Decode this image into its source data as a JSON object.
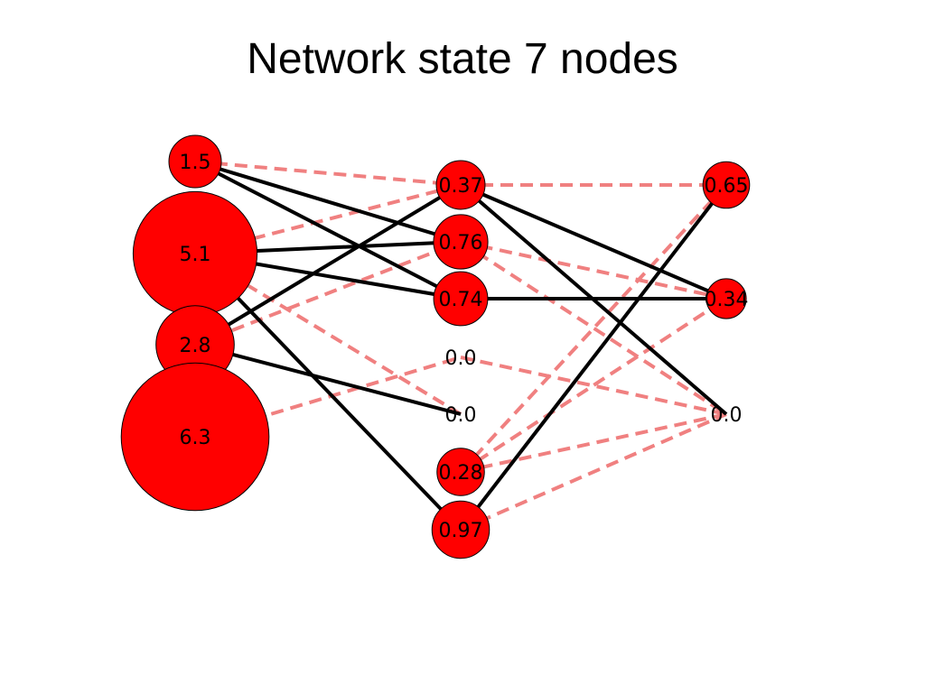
{
  "slide": {
    "title": "Network state 7 nodes"
  },
  "colors": {
    "node_fill": "#ff0000",
    "node_stroke": "#000000",
    "active_edge": "#000000",
    "inactive_edge": "#f08080",
    "label": "#000000"
  },
  "diagram": {
    "layers": [
      {
        "nodes": [
          {
            "id": "L1",
            "label": "1.5",
            "value": 1.5
          },
          {
            "id": "L2",
            "label": "5.1",
            "value": 5.1
          },
          {
            "id": "L3",
            "label": "2.8",
            "value": 2.8
          },
          {
            "id": "L4",
            "label": "6.3",
            "value": 6.3
          }
        ]
      },
      {
        "nodes": [
          {
            "id": "M1",
            "label": "0.37",
            "value": 0.37
          },
          {
            "id": "M2",
            "label": "0.76",
            "value": 0.76
          },
          {
            "id": "M3",
            "label": "0.74",
            "value": 0.74
          },
          {
            "id": "M4",
            "label": "0.0",
            "value": 0.0
          },
          {
            "id": "M5",
            "label": "0.0",
            "value": 0.0
          },
          {
            "id": "M6",
            "label": "0.28",
            "value": 0.28
          },
          {
            "id": "M7",
            "label": "0.97",
            "value": 0.97
          }
        ]
      },
      {
        "nodes": [
          {
            "id": "R1",
            "label": "0.65",
            "value": 0.65
          },
          {
            "id": "R2",
            "label": "0.34",
            "value": 0.34
          },
          {
            "id": "R3",
            "label": "0.0",
            "value": 0.0
          }
        ]
      }
    ],
    "edges": [
      {
        "from": "L1",
        "to": "M1",
        "style": "dashed"
      },
      {
        "from": "L1",
        "to": "M2",
        "style": "solid"
      },
      {
        "from": "L1",
        "to": "M3",
        "style": "solid"
      },
      {
        "from": "L2",
        "to": "M1",
        "style": "dashed"
      },
      {
        "from": "L2",
        "to": "M2",
        "style": "solid"
      },
      {
        "from": "L2",
        "to": "M3",
        "style": "solid"
      },
      {
        "from": "L2",
        "to": "M5",
        "style": "dashed"
      },
      {
        "from": "L2",
        "to": "M7",
        "style": "solid"
      },
      {
        "from": "L3",
        "to": "M1",
        "style": "solid"
      },
      {
        "from": "L3",
        "to": "M2",
        "style": "dashed"
      },
      {
        "from": "L3",
        "to": "M5",
        "style": "solid"
      },
      {
        "from": "L4",
        "to": "M4",
        "style": "dashed"
      },
      {
        "from": "M1",
        "to": "R1",
        "style": "dashed"
      },
      {
        "from": "M1",
        "to": "R2",
        "style": "solid"
      },
      {
        "from": "M1",
        "to": "R3",
        "style": "solid"
      },
      {
        "from": "M2",
        "to": "R2",
        "style": "dashed"
      },
      {
        "from": "M2",
        "to": "R3",
        "style": "dashed"
      },
      {
        "from": "M3",
        "to": "R2",
        "style": "solid"
      },
      {
        "from": "M4",
        "to": "R3",
        "style": "dashed"
      },
      {
        "from": "M6",
        "to": "R1",
        "style": "dashed"
      },
      {
        "from": "M6",
        "to": "R2",
        "style": "dashed"
      },
      {
        "from": "M6",
        "to": "R3",
        "style": "dashed"
      },
      {
        "from": "M7",
        "to": "R1",
        "style": "solid"
      },
      {
        "from": "M7",
        "to": "R3",
        "style": "dashed"
      }
    ]
  }
}
